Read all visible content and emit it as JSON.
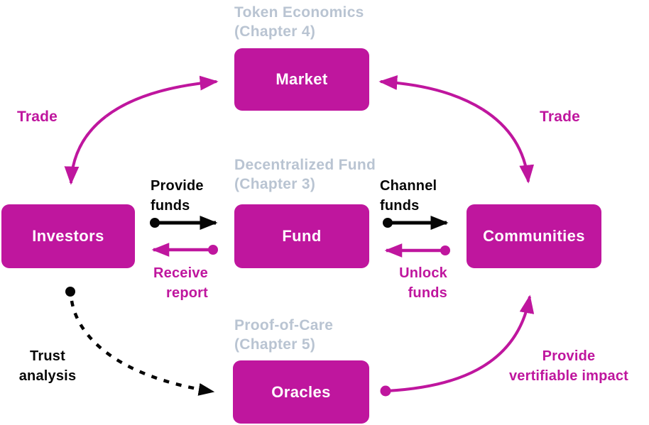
{
  "colors": {
    "magenta": "#BF169E",
    "ink": "#060606",
    "gray": "#B9C4D2",
    "paper": "#FFFFFF"
  },
  "sections": {
    "token_economics": {
      "line1": "Token Economics",
      "line2": "(Chapter 4)"
    },
    "decentralized_fund": {
      "line1": "Decentralized Fund",
      "line2": "(Chapter 3)"
    },
    "proof_of_care": {
      "line1": "Proof-of-Care",
      "line2": "(Chapter 5)"
    }
  },
  "nodes": {
    "market": {
      "label": "Market"
    },
    "investors": {
      "label": "Investors"
    },
    "fund": {
      "label": "Fund"
    },
    "communities": {
      "label": "Communities"
    },
    "oracles": {
      "label": "Oracles"
    }
  },
  "edges": {
    "trade_left": {
      "label": "Trade"
    },
    "trade_right": {
      "label": "Trade"
    },
    "provide_funds": {
      "line1": "Provide",
      "line2": "funds"
    },
    "receive_report": {
      "line1": "Receive",
      "line2": "report"
    },
    "channel_funds": {
      "line1": "Channel",
      "line2": "funds"
    },
    "unlock_funds": {
      "line1": "Unlock",
      "line2": "funds"
    },
    "trust_analysis": {
      "line1": "Trust",
      "line2": "analysis"
    },
    "provide_impact": {
      "line1": "Provide",
      "line2": "vertifiable impact"
    }
  }
}
